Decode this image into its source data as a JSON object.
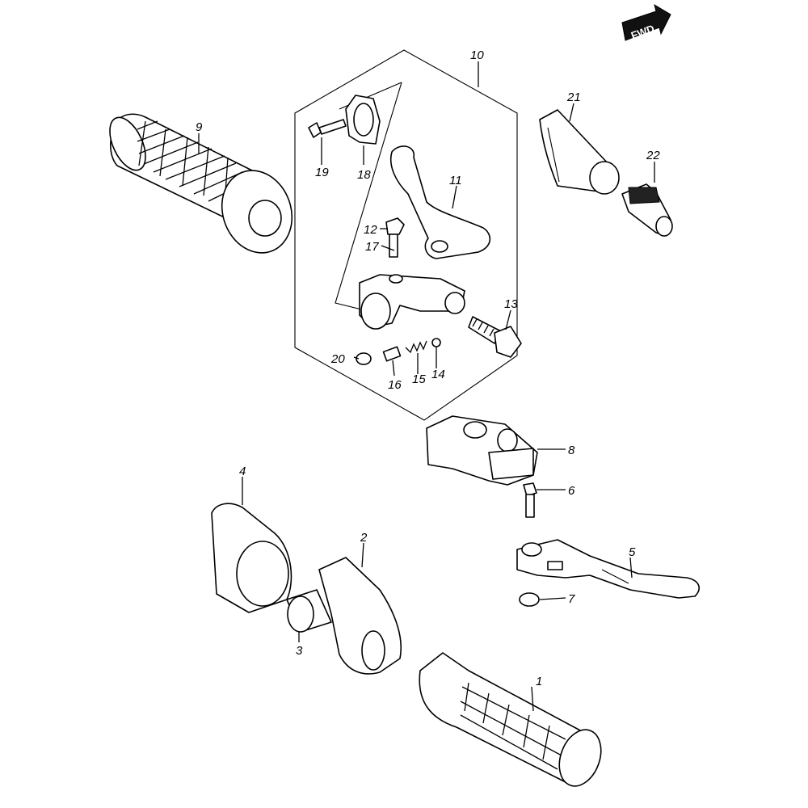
{
  "fwd_label": "FWD",
  "callouts": [
    {
      "id": "1",
      "text": "1"
    },
    {
      "id": "2",
      "text": "2"
    },
    {
      "id": "3",
      "text": "3"
    },
    {
      "id": "4",
      "text": "4"
    },
    {
      "id": "5",
      "text": "5"
    },
    {
      "id": "6",
      "text": "6"
    },
    {
      "id": "7",
      "text": "7"
    },
    {
      "id": "8",
      "text": "8"
    },
    {
      "id": "9",
      "text": "9"
    },
    {
      "id": "10",
      "text": "10"
    },
    {
      "id": "11",
      "text": "11"
    },
    {
      "id": "12",
      "text": "12"
    },
    {
      "id": "13",
      "text": "13"
    },
    {
      "id": "14",
      "text": "14"
    },
    {
      "id": "15",
      "text": "15"
    },
    {
      "id": "16",
      "text": "16"
    },
    {
      "id": "17",
      "text": "17"
    },
    {
      "id": "18",
      "text": "18"
    },
    {
      "id": "19",
      "text": "19"
    },
    {
      "id": "20",
      "text": "20"
    },
    {
      "id": "21",
      "text": "21"
    },
    {
      "id": "22",
      "text": "22"
    }
  ]
}
